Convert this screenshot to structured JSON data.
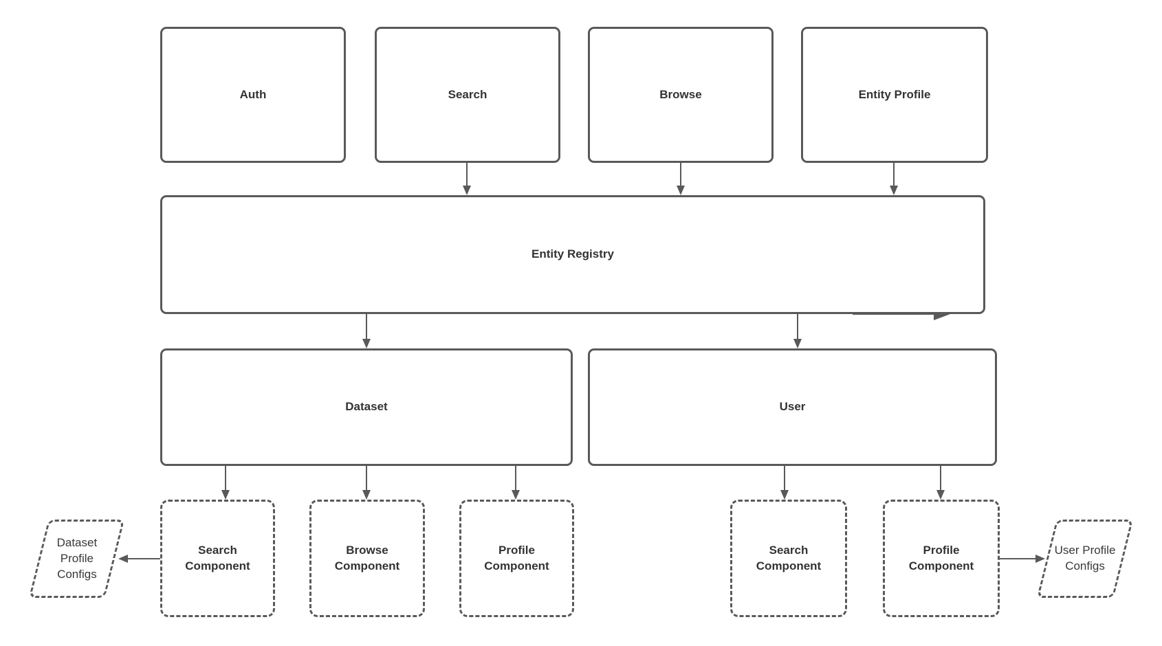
{
  "canvas": {
    "background": "#ffffff",
    "stroke_color": "#595959",
    "text_color": "#333333"
  },
  "nodes": {
    "auth": {
      "label": "Auth"
    },
    "search": {
      "label": "Search"
    },
    "browse": {
      "label": "Browse"
    },
    "entity_profile": {
      "label": "Entity Profile"
    },
    "entity_registry": {
      "label": "Entity Registry"
    },
    "dataset": {
      "label": "Dataset"
    },
    "user": {
      "label": "User"
    },
    "dataset_search_component": {
      "label": "Search Component"
    },
    "dataset_browse_component": {
      "label": "Browse Component"
    },
    "dataset_profile_component": {
      "label": "Profile Component"
    },
    "user_search_component": {
      "label": "Search Component"
    },
    "user_profile_component": {
      "label": "Profile Component"
    },
    "dataset_profile_configs": {
      "label": "Dataset Profile Configs"
    },
    "user_profile_configs": {
      "label": "User Profile Configs"
    }
  },
  "edges": [
    {
      "from": "search",
      "to": "entity_registry",
      "direction": "down"
    },
    {
      "from": "browse",
      "to": "entity_registry",
      "direction": "down"
    },
    {
      "from": "entity_profile",
      "to": "entity_registry",
      "direction": "down"
    },
    {
      "from": "entity_registry",
      "to": "dataset",
      "direction": "down"
    },
    {
      "from": "entity_registry",
      "to": "user",
      "direction": "down"
    },
    {
      "from": "entity_registry",
      "to": "entity_registry",
      "direction": "right-along-bottom-edge"
    },
    {
      "from": "dataset",
      "to": "dataset_search_component",
      "direction": "down"
    },
    {
      "from": "dataset",
      "to": "dataset_browse_component",
      "direction": "down"
    },
    {
      "from": "dataset",
      "to": "dataset_profile_component",
      "direction": "down"
    },
    {
      "from": "user",
      "to": "user_search_component",
      "direction": "down"
    },
    {
      "from": "user",
      "to": "user_profile_component",
      "direction": "down"
    },
    {
      "from": "dataset_search_component",
      "to": "dataset_profile_configs",
      "direction": "left"
    },
    {
      "from": "user_profile_component",
      "to": "user_profile_configs",
      "direction": "right"
    }
  ]
}
